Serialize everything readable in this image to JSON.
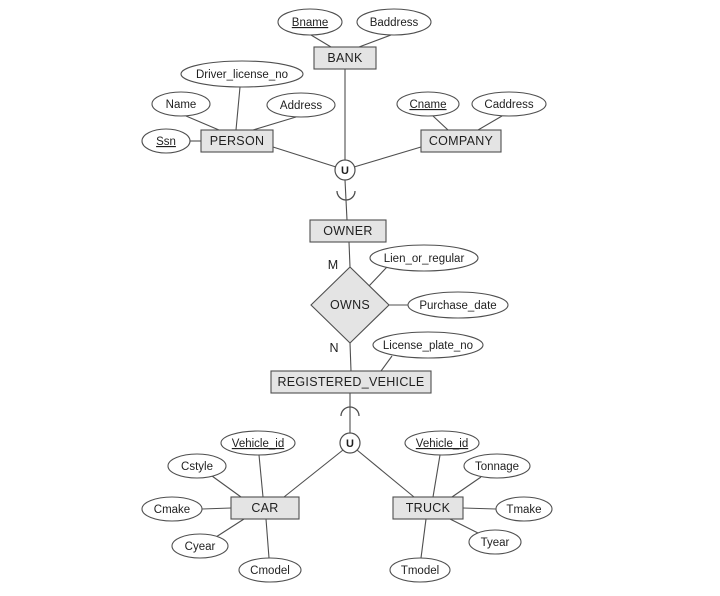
{
  "diagram": {
    "union_label": "U",
    "entities": {
      "bank": {
        "label": "BANK"
      },
      "person": {
        "label": "PERSON"
      },
      "company": {
        "label": "COMPANY"
      },
      "owner": {
        "label": "OWNER"
      },
      "registered_vehicle": {
        "label": "REGISTERED_VEHICLE"
      },
      "car": {
        "label": "CAR"
      },
      "truck": {
        "label": "TRUCK"
      }
    },
    "relationship": {
      "owns": {
        "label": "OWNS",
        "cardinality_owner": "M",
        "cardinality_vehicle": "N"
      }
    },
    "attributes": {
      "bname": "Bname",
      "baddress": "Baddress",
      "driver_license_no": "Driver_license_no",
      "name": "Name",
      "address": "Address",
      "ssn": "Ssn",
      "cname": "Cname",
      "caddress": "Caddress",
      "lien_or_regular": "Lien_or_regular",
      "purchase_date": "Purchase_date",
      "license_plate_no": "License_plate_no",
      "car_vehicle_id": "Vehicle_id",
      "cstyle": "Cstyle",
      "cmake": "Cmake",
      "cyear": "Cyear",
      "cmodel": "Cmodel",
      "truck_vehicle_id": "Vehicle_id",
      "tonnage": "Tonnage",
      "tmake": "Tmake",
      "tyear": "Tyear",
      "tmodel": "Tmodel"
    },
    "colors": {
      "node_fill": "#e4e4e4",
      "attribute_fill": "#ffffff",
      "stroke": "#4f4f4f",
      "text": "#1f1f1f",
      "background": "#ffffff"
    }
  }
}
